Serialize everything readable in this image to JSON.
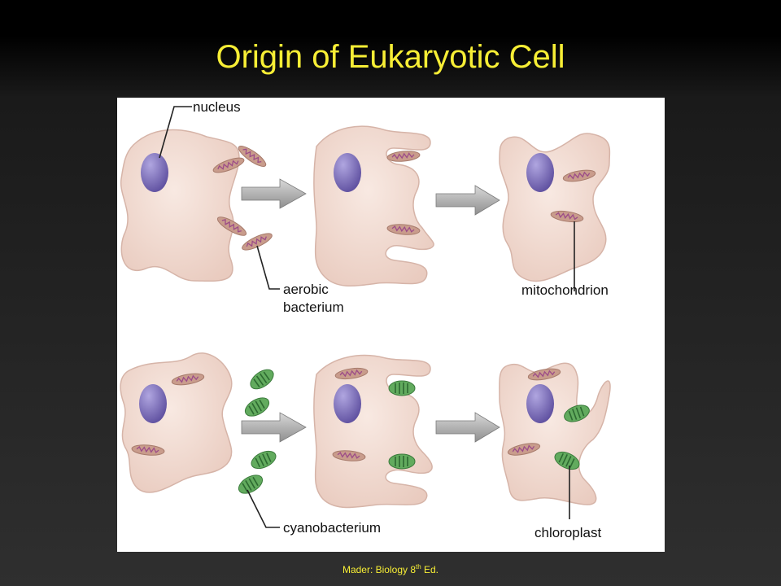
{
  "slide": {
    "title": "Origin of Eukaryotic Cell",
    "citation_prefix": "Mader: Biology 8",
    "citation_superscript": "th",
    "citation_suffix": " Ed."
  },
  "diagram": {
    "labels": {
      "nucleus": "nucleus",
      "aerobic_line1": "aerobic",
      "aerobic_line2": "bacterium",
      "mitochondrion": "mitochondrion",
      "cyanobacterium": "cyanobacterium",
      "chloroplast": "chloroplast"
    },
    "colors": {
      "cell_fill": "#f1d9cf",
      "cell_stroke": "#d6b4a8",
      "nucleus_fill": "#7767b5",
      "mito_fill": "#c79b8a",
      "mito_inner": "#a0548f",
      "chloro_fill": "#5fa65c",
      "chloro_inner": "#2d6a31",
      "arrow": "#9a9a9a",
      "title": "#f7ee35"
    }
  }
}
